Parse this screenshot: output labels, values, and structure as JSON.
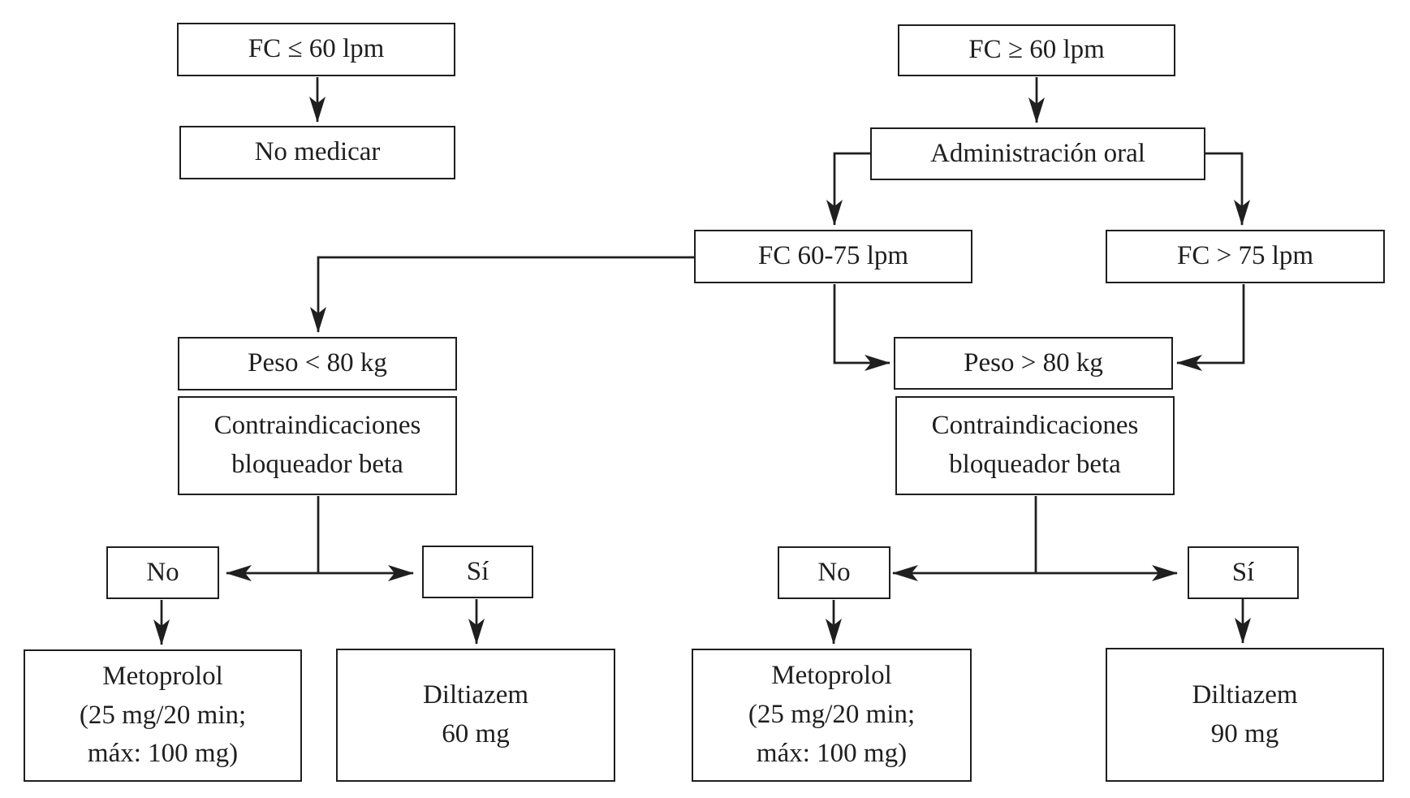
{
  "diagram": {
    "background_color": "#ffffff",
    "line_color": "#1f1f1f",
    "nodes": {
      "fc_le_60": {
        "label": "FC ≤ 60 lpm"
      },
      "no_medicar": {
        "label": "No medicar"
      },
      "fc_ge_60": {
        "label": "FC ≥ 60 lpm"
      },
      "admin_oral": {
        "label": "Administración oral"
      },
      "fc_60_75": {
        "label": "FC 60-75 lpm"
      },
      "fc_gt_75": {
        "label": "FC > 75 lpm"
      },
      "peso_lt_80": {
        "label": "Peso < 80 kg"
      },
      "contra_left": {
        "label": "Contraindicaciones\nbloqueador beta"
      },
      "no_left": {
        "label": "No"
      },
      "si_left": {
        "label": "Sí"
      },
      "metoprolol_left": {
        "label": "Metoprolol\n(25 mg/20 min;\nmáx: 100 mg)"
      },
      "diltiazem_60": {
        "label": "Diltiazem\n60 mg"
      },
      "peso_gt_80": {
        "label": "Peso > 80 kg"
      },
      "contra_right": {
        "label": "Contraindicaciones\nbloqueador beta"
      },
      "no_right": {
        "label": "No"
      },
      "si_right": {
        "label": "Sí"
      },
      "metoprolol_right": {
        "label": "Metoprolol\n(25 mg/20 min;\nmáx: 100 mg)"
      },
      "diltiazem_90": {
        "label": "Diltiazem\n90 mg"
      }
    },
    "edges": [
      {
        "from": "fc_le_60",
        "to": "no_medicar"
      },
      {
        "from": "fc_ge_60",
        "to": "admin_oral"
      },
      {
        "from": "admin_oral",
        "to": "fc_60_75"
      },
      {
        "from": "admin_oral",
        "to": "fc_gt_75"
      },
      {
        "from": "fc_60_75",
        "to": "peso_lt_80"
      },
      {
        "from": "fc_60_75",
        "to": "peso_gt_80"
      },
      {
        "from": "fc_gt_75",
        "to": "peso_gt_80"
      },
      {
        "from": "contra_left",
        "to": "no_left"
      },
      {
        "from": "contra_left",
        "to": "si_left"
      },
      {
        "from": "no_left",
        "to": "metoprolol_left"
      },
      {
        "from": "si_left",
        "to": "diltiazem_60"
      },
      {
        "from": "contra_right",
        "to": "no_right"
      },
      {
        "from": "contra_right",
        "to": "si_right"
      },
      {
        "from": "no_right",
        "to": "metoprolol_right"
      },
      {
        "from": "si_right",
        "to": "diltiazem_90"
      }
    ]
  }
}
